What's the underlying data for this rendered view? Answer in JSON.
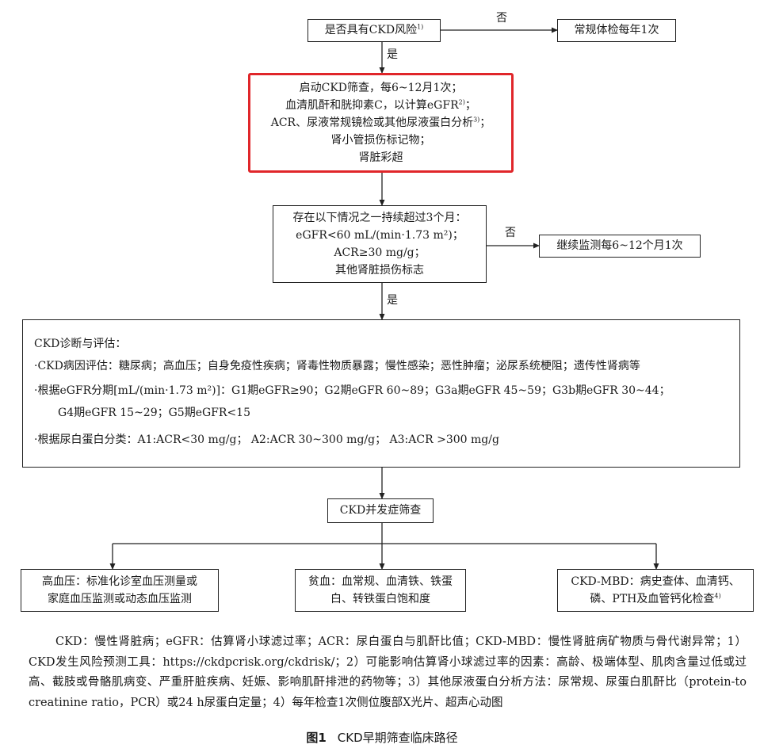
{
  "flow": {
    "risk_q": {
      "text": "是否具有CKD风险",
      "sup": "1)"
    },
    "no1_label": "否",
    "routine": "常规体检每年1次",
    "yes1_label": "是",
    "screening": {
      "l1": "启动CKD筛查，每6~12月1次；",
      "l2": "血清肌酐和胱抑素C，以计算eGFR",
      "l2_sup": "2)",
      "l2_end": "；",
      "l3": "ACR、尿液常规镜检或其他尿液蛋白分析",
      "l3_sup": "3)",
      "l3_end": "；",
      "l4": "肾小管损伤标记物；",
      "l5": "肾脏彩超"
    },
    "highlight_color": "#e0262a",
    "condition": {
      "l1": "存在以下情况之一持续超过3个月：",
      "l2": "eGFR<60 mL/(min·1.73 m²)；",
      "l3": "ACR≥30 mg/g；",
      "l4": "其他肾脏损伤标志"
    },
    "no2_label": "否",
    "monitor": "继续监测每6~12个月1次",
    "yes2_label": "是",
    "diagnosis": {
      "title": "CKD诊断与评估：",
      "etiology": "·CKD病因评估：糖尿病；高血压；自身免疫性疾病；肾毒性物质暴露；慢性感染；恶性肿瘤；泌尿系统梗阻；遗传性肾病等",
      "egfr_stage_1": "·根据eGFR分期[mL/(min·1.73 m²)]：G1期eGFR≥90；G2期eGFR 60~89；G3a期eGFR 45~59；G3b期eGFR 30~44；",
      "egfr_stage_2": "G4期eGFR  15~29；G5期eGFR<15",
      "albuminuria": "·根据尿白蛋白分类：A1:ACR<30 mg/g；  A2:ACR 30~300 mg/g；  A3:ACR >300 mg/g"
    },
    "complication": "CKD并发症筛查",
    "htn": {
      "l1": "高血压：标准化诊室血压测量或",
      "l2": "家庭血压监测或动态血压监测"
    },
    "anemia": {
      "l1": "贫血：血常规、血清铁、铁蛋",
      "l2": "白、转铁蛋白饱和度"
    },
    "mbd": {
      "l1": "CKD-MBD：病史查体、血清钙、",
      "l2": "磷、PTH及血管钙化检查",
      "sup": "4)"
    }
  },
  "footnote": "CKD：慢性肾脏病；eGFR：估算肾小球滤过率；ACR：尿白蛋白与肌酐比值；CKD-MBD：慢性肾脏病矿物质与骨代谢异常；1）CKD发生风险预测工具：https://ckdpcrisk.org/ckdrisk/；2）可能影响估算肾小球滤过率的因素：高龄、极端体型、肌肉含量过低或过高、截肢或骨骼肌病变、严重肝脏疾病、妊娠、影响肌酐排泄的药物等；3）其他尿液蛋白分析方法：尿常规、尿蛋白肌酐比（protein-to creatinine ratio，PCR）或24 h尿蛋白定量；4）每年检查1次侧位腹部X光片、超声心动图",
  "caption": {
    "fig": "图1",
    "title": "CKD早期筛查临床路径"
  }
}
